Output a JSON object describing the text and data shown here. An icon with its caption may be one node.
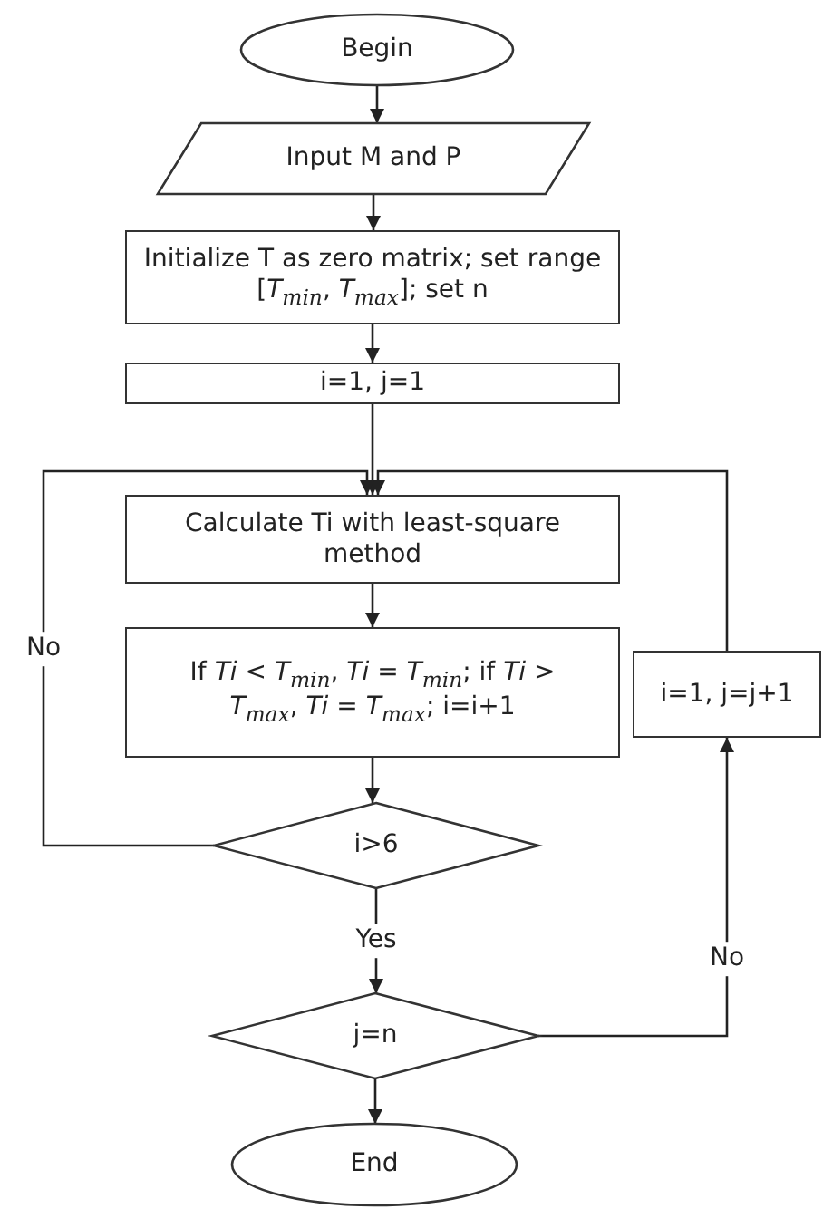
{
  "diagram": {
    "nodes": [
      {
        "text": [
          "Begin"
        ]
      },
      {
        "text": [
          "Input M and P"
        ]
      },
      {
        "text": [
          "Initialize T as zero matrix; set range [*T*$_{min}$, *T*$_{max}$]; set n"
        ]
      },
      {
        "text": [
          "i=1, j=1"
        ]
      },
      {
        "text": [
          "Calculate Ti with least-square method"
        ]
      },
      {
        "text": [
          "If *Ti* < *T*$_{min}$, *Ti* = *T*$_{min}$; if *Ti* > *T*$_{max}$, *Ti* = *T*$_{max}$; i=i+1"
        ]
      },
      {
        "text": [
          "i>6"
        ]
      },
      {
        "text": [
          "j=n"
        ]
      },
      {
        "text": [
          "End"
        ]
      },
      {
        "text": [
          "i=1, j=j+1"
        ]
      }
    ],
    "edges": [
      {
        "from": 0,
        "to": 1,
        "arrow": "to"
      },
      {
        "from": 1,
        "to": 2,
        "arrow": "to"
      },
      {
        "from": 2,
        "to": 3,
        "arrow": "to"
      },
      {
        "from": 3,
        "to": 4,
        "arrow": "to"
      },
      {
        "from": 4,
        "to": 5,
        "arrow": "to"
      },
      {
        "from": 5,
        "to": 6,
        "arrow": "to"
      },
      {
        "from": 6,
        "to": 7,
        "arrow": "to",
        "label": "Yes"
      },
      {
        "from": 7,
        "to": 8,
        "arrow": "to"
      },
      {
        "from": 7,
        "to": 9,
        "arrow": "to",
        "label": "No"
      },
      {
        "from": 9,
        "to": 4,
        "arrow": "to"
      },
      {
        "from": 6,
        "to": 4,
        "arrow": "to",
        "label": "No"
      }
    ]
  }
}
